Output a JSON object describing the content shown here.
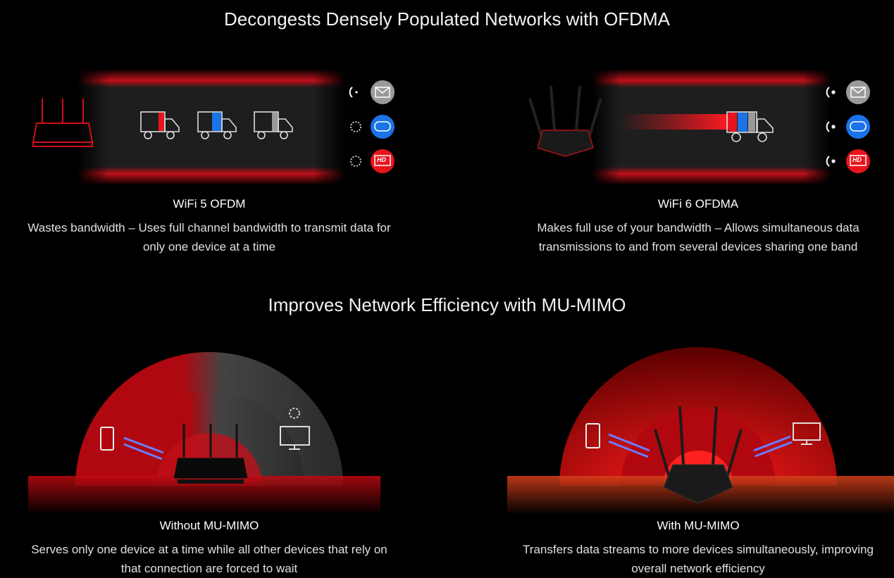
{
  "sections": {
    "ofdma": {
      "title": "Decongests Densely Populated Networks with OFDMA",
      "left": {
        "heading": "WiFi 5 OFDM",
        "line1": "Wastes bandwidth – Uses full channel bandwidth to transmit data for",
        "line2": "only one device at a time",
        "icon_badge": "HD"
      },
      "right": {
        "heading": "WiFi 6 OFDMA",
        "line1": "Makes full use of your bandwidth – Allows simultaneous data",
        "line2": "transmissions to and from several devices sharing one band",
        "icon_badge": "HD"
      }
    },
    "mumimo": {
      "title": "Improves Network Efficiency with MU-MIMO",
      "left": {
        "heading": "Without MU-MIMO",
        "line1": "Serves only one device at a time while all other devices that rely on",
        "line2": "that connection are forced to wait"
      },
      "right": {
        "heading": "With MU-MIMO",
        "line1": "Transfers data streams to more devices simultaneously, improving",
        "line2": "overall network efficiency"
      }
    }
  },
  "colors": {
    "red": "#e8141c",
    "blue": "#1a73e8",
    "gray": "#9a9a9a",
    "arrow": "#6d7cff"
  }
}
